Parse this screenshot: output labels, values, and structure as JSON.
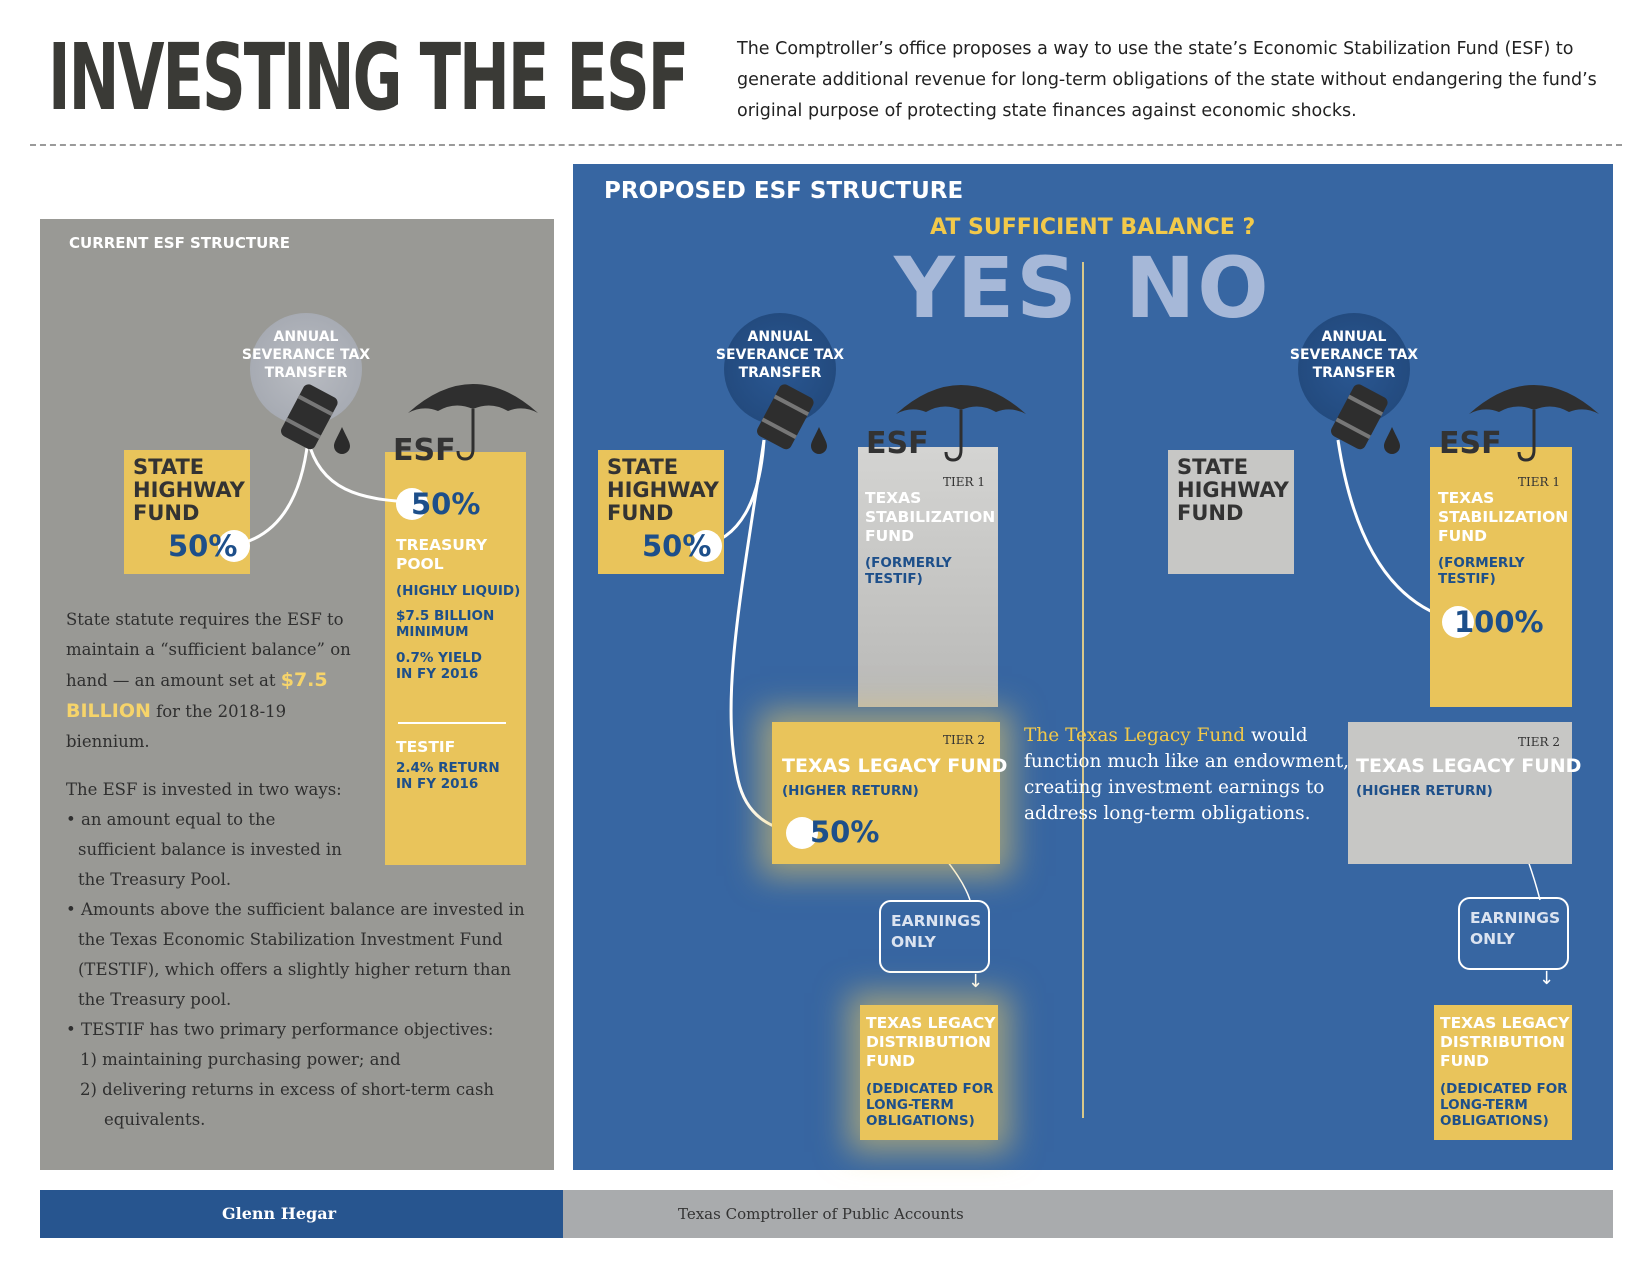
{
  "header": {
    "title": "INVESTING THE ESF",
    "intro": "The Comptroller’s office proposes a way to use the state’s Economic Stabilization Fund (ESF) to generate additional revenue for long-term obligations of the state without endangering the fund’s original purpose of protecting state finances against economic shocks."
  },
  "current": {
    "title": "CURRENT ESF STRUCTURE",
    "transfer": "ANNUAL\nSEVERANCE TAX\nTRANSFER",
    "highway": {
      "label": "STATE\nHIGHWAY\nFUND",
      "pct": "50%"
    },
    "esf": {
      "label": "ESF",
      "pct": "50%",
      "pool_title": "TREASURY\nPOOL",
      "pool_liquid": "(HIGHLY LIQUID)",
      "pool_min": "$7.5 BILLION\nMINIMUM",
      "pool_yield": "0.7% YIELD\nIN FY 2016",
      "testif_title": "TESTIF",
      "testif_return": "2.4% RETURN\nIN FY 2016"
    },
    "text": {
      "p1_a": "State statute requires the ESF to maintain a “sufficient balance” on hand — an amount set at ",
      "p1_amount": "$7.5 BILLION",
      "p1_b": " for the 2018-19 biennium.",
      "p2": "The ESF is invested in two ways:",
      "bullet1": "• an amount equal to the sufficient balance is invested in the Treasury Pool.",
      "bullet2": "• Amounts above the sufficient balance are invested in the Texas Economic Stabilization Investment Fund (TESTIF), which offers a slightly higher return than the Treasury pool.",
      "bullet3": "• TESTIF has two primary performance objectives:",
      "obj1": "1) maintaining purchasing power; and",
      "obj2": "2) delivering returns in excess of short-term cash equivalents."
    }
  },
  "proposed": {
    "title": "PROPOSED ESF STRUCTURE",
    "question": "AT SUFFICIENT BALANCE ?",
    "yes": "YES",
    "no": "NO",
    "yes_side": {
      "transfer": "ANNUAL\nSEVERANCE TAX\nTRANSFER",
      "highway": {
        "label": "STATE\nHIGHWAY\nFUND",
        "pct": "50%"
      },
      "esf": "ESF",
      "tier1": {
        "tier": "TIER 1",
        "title": "TEXAS\nSTABILIZATION\nFUND",
        "sub": "(FORMERLY\nTESTIF)"
      },
      "tier2": {
        "tier": "TIER 2",
        "title": "TEXAS LEGACY FUND",
        "sub": "(HIGHER RETURN)",
        "pct": "50%"
      },
      "earnings": "EARNINGS\nONLY",
      "distribution": {
        "title": "TEXAS LEGACY\nDISTRIBUTION\nFUND",
        "sub": "(DEDICATED FOR\nLONG-TERM\nOBLIGATIONS)"
      }
    },
    "no_side": {
      "transfer": "ANNUAL\nSEVERANCE TAX\nTRANSFER",
      "highway": {
        "label": "STATE\nHIGHWAY\nFUND"
      },
      "esf": "ESF",
      "tier1": {
        "tier": "TIER 1",
        "title": "TEXAS\nSTABILIZATION\nFUND",
        "sub": "(FORMERLY\nTESTIF)",
        "pct": "100%"
      },
      "tier2": {
        "tier": "TIER 2",
        "title": "TEXAS LEGACY FUND",
        "sub": "(HIGHER RETURN)"
      },
      "earnings": "EARNINGS\nONLY",
      "distribution": {
        "title": "TEXAS LEGACY\nDISTRIBUTION\nFUND",
        "sub": "(DEDICATED FOR\nLONG-TERM\nOBLIGATIONS)"
      }
    },
    "legacy_desc_highlight": "The Texas Legacy Fund",
    "legacy_desc_rest": "would function much like an endowment, creating investment earnings to address long-term obligations."
  },
  "footer": {
    "name": "Glenn Hegar",
    "org": "Texas Comptroller of Public Accounts"
  },
  "colors": {
    "panel_gray": "#999995",
    "panel_blue": "#3766a2",
    "box_yellow": "#e9c45b",
    "box_gray": "#c7c7c5",
    "accent_yellow": "#f2c94a",
    "text_blue": "#1d4f8a"
  },
  "icons": [
    "umbrella-icon",
    "oil-barrel-icon",
    "oil-drop-icon",
    "arrow-down-icon"
  ]
}
